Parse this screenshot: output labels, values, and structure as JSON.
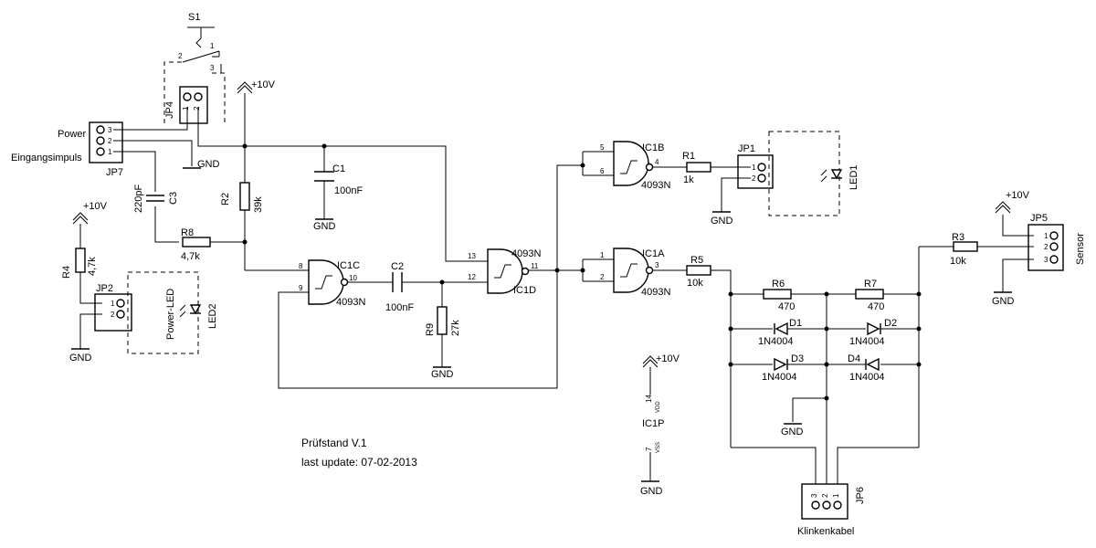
{
  "labels": {
    "s1": "S1",
    "jp4": "JP4",
    "jp7": "JP7",
    "jp1": "JP1",
    "jp2": "JP2",
    "jp5": "JP5",
    "jp6": "JP6",
    "power": "Power",
    "eingangsimpuls": "Eingangsimpuls",
    "sensor": "Sensor",
    "klinkenkabel": "Klinkenkabel",
    "power_led": "Power-LED",
    "led1": "LED1",
    "led2": "LED2",
    "gnd": "GND",
    "vcc": "+10V",
    "c1": "C1",
    "c1_val": "100nF",
    "c2": "C2",
    "c2_val": "100nF",
    "c3": "C3",
    "c3_val": "220pF",
    "r1": "R1",
    "r1_val": "1k",
    "r2": "R2",
    "r2_val": "39k",
    "r3": "R3",
    "r3_val": "10k",
    "r4": "R4",
    "r4_val": "4,7k",
    "r5": "R5",
    "r5_val": "10k",
    "r6": "R6",
    "r6_val": "470",
    "r7": "R7",
    "r7_val": "470",
    "r8": "R8",
    "r8_val": "4,7k",
    "r9": "R9",
    "r9_val": "27k",
    "d1": "D1",
    "d2": "D2",
    "d3": "D3",
    "d4": "D4",
    "diode_type": "1N4004",
    "ic1a": "IC1A",
    "ic1b": "IC1B",
    "ic1c": "IC1C",
    "ic1d": "IC1D",
    "ic1p": "IC1P",
    "ic_type": "4093N",
    "vdd": "VDD",
    "vss": "VSS"
  },
  "pins": {
    "p1": "1",
    "p2": "2",
    "p3": "3",
    "p4": "4",
    "p5": "5",
    "p6": "6",
    "p7": "7",
    "p8": "8",
    "p9": "9",
    "p10": "10",
    "p11": "11",
    "p12": "12",
    "p13": "13",
    "p14": "14"
  },
  "title_block": {
    "line1": "Prüfstand V.1",
    "line2": "last update: 07-02-2013"
  }
}
